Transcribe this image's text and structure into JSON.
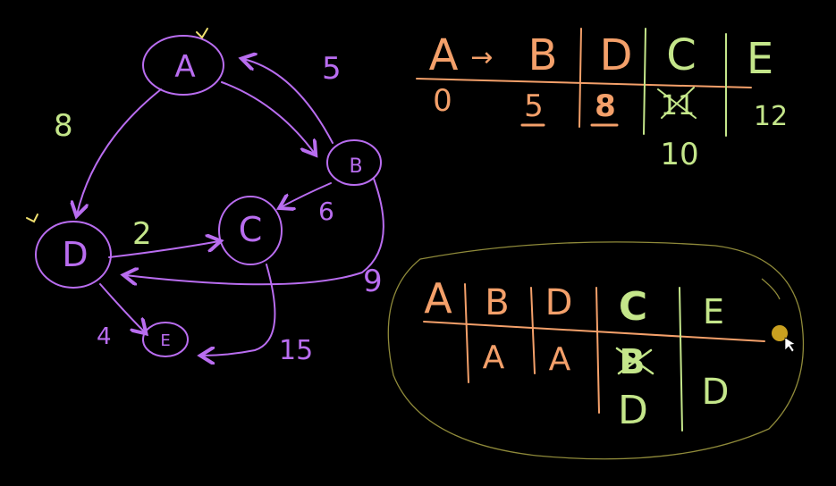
{
  "colors": {
    "background": "#000000",
    "purple": "#b96df0",
    "orange": "#f4a06a",
    "green": "#c4e68a",
    "olive": "#8f8a3a",
    "cursor": "#c9a020"
  },
  "graph": {
    "nodes": {
      "A": "A",
      "B": "B",
      "C": "C",
      "D": "D",
      "E": "E"
    },
    "weights": {
      "ab": "5",
      "ad": "8",
      "bc": "6",
      "bd": "9",
      "dc": "2",
      "de": "4",
      "ce": "15"
    }
  },
  "distance_table": {
    "headers": [
      "A",
      "B",
      "D",
      "C",
      "E"
    ],
    "arrow": "→",
    "values": [
      "0",
      "5",
      "8",
      "11",
      "12"
    ],
    "c_updated": "10"
  },
  "predecessor_table": {
    "headers": [
      "A",
      "B",
      "D",
      "C",
      "E"
    ],
    "values": [
      "A",
      "A",
      "B",
      "D"
    ],
    "c_updated": "D"
  }
}
